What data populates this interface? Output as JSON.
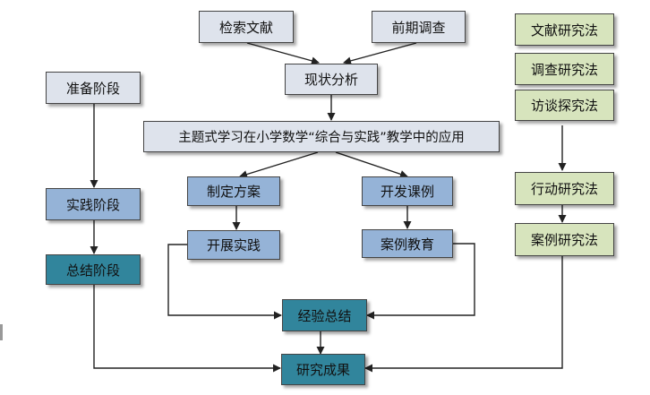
{
  "nodes": {
    "search_literature": "检索文献",
    "preliminary_survey": "前期调查",
    "status_analysis": "现状分析",
    "theme_banner": "主题式学习在小学数学“综合与实践”教学中的应用",
    "make_plan": "制定方案",
    "develop_cases": "开发课例",
    "carry_out_practice": "开展实践",
    "case_education": "案例教育",
    "experience_summary": "经验总结",
    "research_results": "研究成果",
    "preparation_stage": "准备阶段",
    "practice_stage": "实践阶段",
    "summary_stage": "总结阶段",
    "literature_method": "文献研究法",
    "survey_method": "调查研究法",
    "interview_method": "访谈探究法",
    "action_method": "行动研究法",
    "case_method": "案例研究法"
  },
  "colors": {
    "gray_box": "#dee3ec",
    "blue_box": "#95b3d7",
    "teal_box": "#31859c",
    "green_box": "#d7e4bd",
    "line": "#222222"
  }
}
